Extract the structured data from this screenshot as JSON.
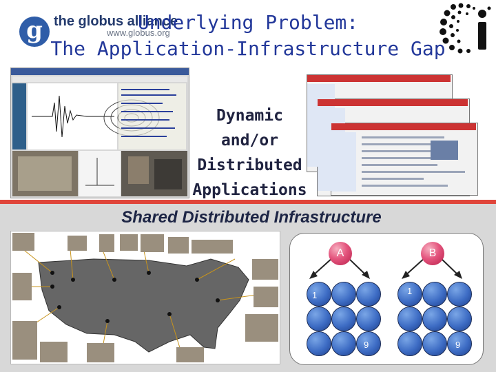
{
  "header": {
    "logo_letter": "g",
    "logo_name": "the globus alliance",
    "logo_url": "www.globus.org",
    "title_line1": "Underlying Problem:",
    "title_line2": "The Application-Infrastructure Gap",
    "ci_logo_letter": "Ci"
  },
  "top": {
    "center_label": [
      "Dynamic",
      "and/or",
      "Distributed",
      "Applications"
    ]
  },
  "bottom": {
    "label": "Shared Distributed Infrastructure",
    "groups": [
      {
        "name": "A",
        "first": "1",
        "last": "9"
      },
      {
        "name": "B",
        "first": "1",
        "last": "9"
      }
    ]
  },
  "colors": {
    "title": "#23389a",
    "accent_bar": "#e0453a",
    "bubble": "#e4557e",
    "cell": "#3d6cc4"
  }
}
